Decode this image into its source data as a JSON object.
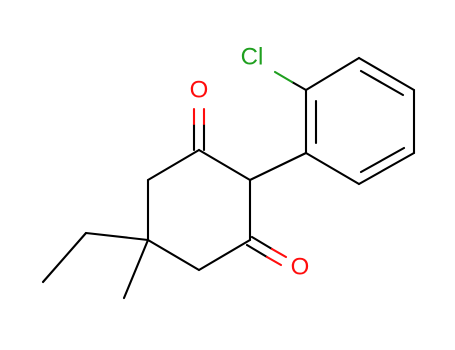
{
  "atoms": {
    "oxygen_top": {
      "label": "O",
      "color": "#ff0d0d"
    },
    "oxygen_bottom": {
      "label": "O",
      "color": "#ff0d0d"
    },
    "chlorine": {
      "label": "Cl",
      "color": "#1f9f1f"
    }
  },
  "colors": {
    "bond": "#000000",
    "background": "#ffffff"
  }
}
